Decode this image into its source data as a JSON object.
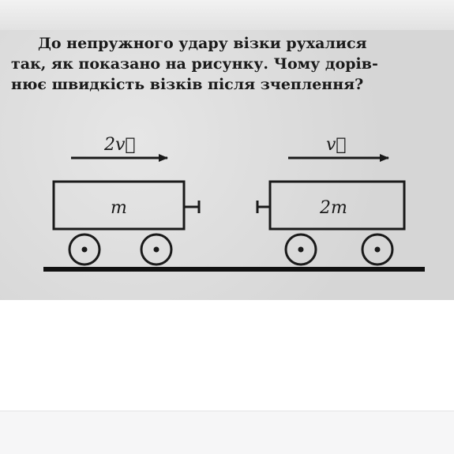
{
  "problem": {
    "lines": [
      "До непружного удару візки рухалися",
      "так, як показано на рисунку. Чому дорів-",
      "нює швидкість візків після зчеплення?"
    ]
  },
  "figure": {
    "cart_left": {
      "mass_label": "m",
      "velocity_label": "2v⃗"
    },
    "cart_right": {
      "mass_label": "2m",
      "velocity_label": "v⃗"
    }
  }
}
